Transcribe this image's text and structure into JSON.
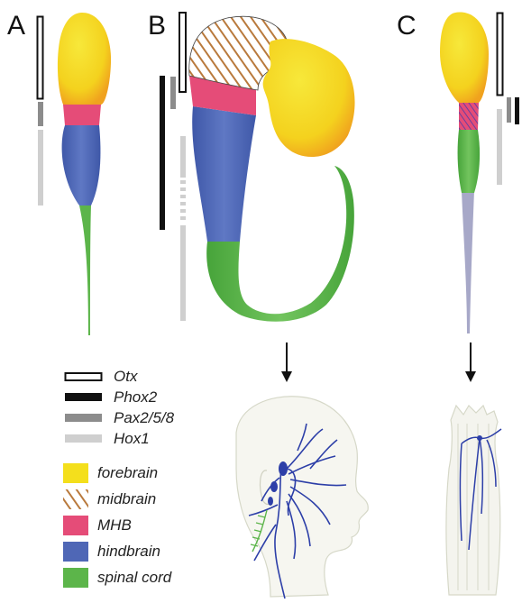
{
  "panels": {
    "a": "A",
    "b": "B",
    "c": "C"
  },
  "legend": {
    "markers": [
      {
        "label": "Otx",
        "style": "outlined",
        "color": "#111111"
      },
      {
        "label": "Phox2",
        "style": "solid",
        "color": "#111111"
      },
      {
        "label": "Pax2/5/8",
        "style": "solid",
        "color": "#8c8c8c"
      },
      {
        "label": "Hox1",
        "style": "solid",
        "color": "#cfcfcf"
      }
    ],
    "regions": [
      {
        "label": "forebrain",
        "color": "#f4df1c"
      },
      {
        "label": "midbrain",
        "color": "#c8894a",
        "pattern": "hatched"
      },
      {
        "label": "MHB",
        "color": "#e54c78"
      },
      {
        "label": "hindbrain",
        "color": "#4f67b6"
      },
      {
        "label": "spinal cord",
        "color": "#5cb54a"
      }
    ]
  },
  "colors": {
    "forebrain": "#f4df1c",
    "forebrain_edge": "#f0a51f",
    "midbrain_stripe": "#b97a3d",
    "mhb": "#e54c78",
    "hindbrain": "#4f67b6",
    "spinal_cord": "#5cb54a",
    "tail_grey": "#a7a8c8",
    "nerve": "#2d3fa8",
    "outline": "#111111",
    "pax": "#8c8c8c",
    "hox": "#cfcfcf"
  }
}
